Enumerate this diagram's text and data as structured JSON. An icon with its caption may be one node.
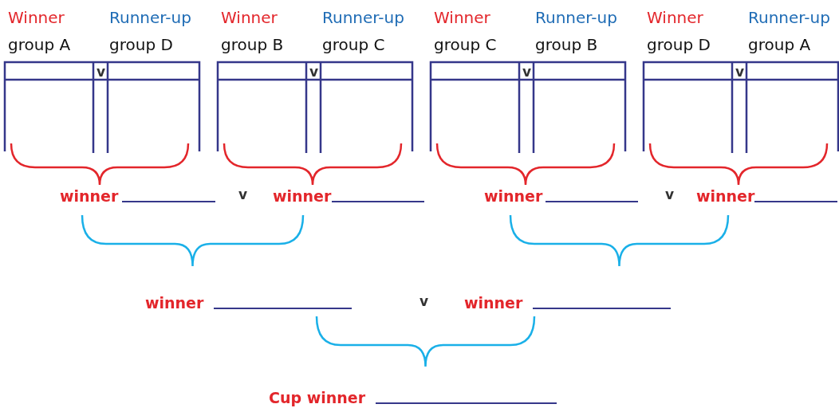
{
  "diagram": {
    "nodes": [
      {
        "text": [
          "Winner",
          "Runner-up",
          "group A",
          "group D",
          "v"
        ]
      },
      {
        "text": [
          "Winner",
          "Runner-up",
          "group B",
          "group C",
          "v"
        ]
      },
      {
        "text": [
          "Winner",
          "Runner-up",
          "group C",
          "group B",
          "v"
        ]
      },
      {
        "text": [
          "Winner",
          "Runner-up",
          "group D",
          "group A",
          "v"
        ]
      }
    ],
    "edges": [],
    "labels": [
      "winner",
      "v",
      "winner",
      "winner",
      "v",
      "winner",
      "winner",
      "v",
      "winner",
      "Cup winner"
    ]
  }
}
